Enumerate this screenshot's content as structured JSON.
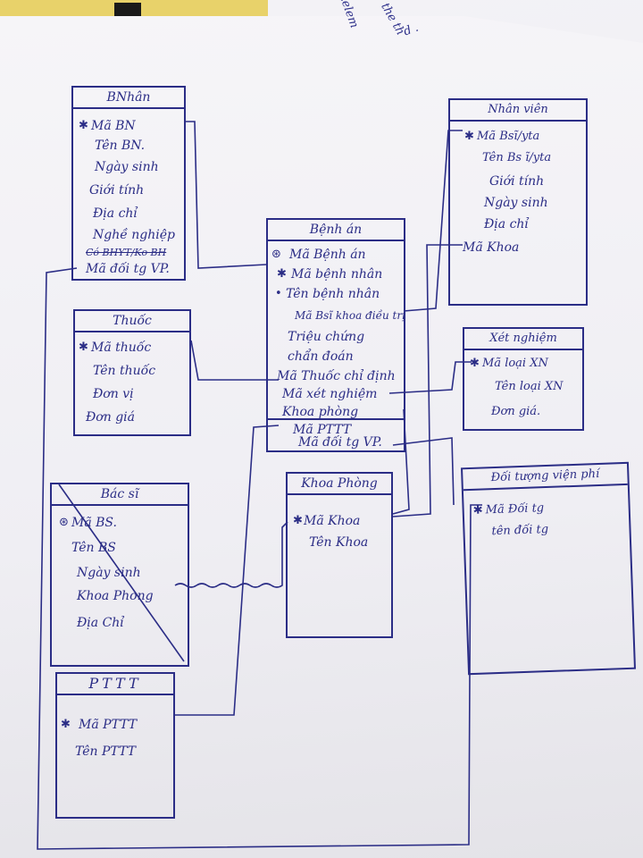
{
  "entities": {
    "bnhan": {
      "title": "BNhân",
      "attrs": [
        "Mã BN",
        "Tên BN.",
        "Ngày sinh",
        "Giới tính",
        "Địa chỉ",
        "Nghề nghiệp",
        "Có BHYT/Ko BH",
        "Mã đối tg VP."
      ]
    },
    "thuoc": {
      "title": "Thuốc",
      "attrs": [
        "Mã thuốc",
        "Tên thuốc",
        "Đơn vị",
        "Đơn giá"
      ]
    },
    "bacsi": {
      "title": "Bác sĩ",
      "attrs": [
        "Mã BS.",
        "Tên BS",
        "Ngày sinh",
        "Khoa Phòng",
        "Địa Chỉ"
      ]
    },
    "pttt": {
      "title": "PTTT",
      "attrs": [
        "Mã PTTT",
        "Tên PTTT"
      ]
    },
    "benhan": {
      "title": "Bệnh án",
      "attrs": [
        "Mã Bệnh án",
        "Mã bệnh nhân",
        "Tên bệnh nhân",
        "Mã Bsĩ khoa điều trị",
        "Triệu chứng",
        "chẩn đoán",
        "Mã Thuốc chỉ định",
        "Mã xét nghiệm",
        "Khoa phòng",
        "Mã PTTT",
        "Mã đối tg VP."
      ]
    },
    "khoaphong": {
      "title": "Khoa Phòng",
      "attrs": [
        "Mã Khoa",
        "Tên Khoa"
      ]
    },
    "nhanvien": {
      "title": "Nhân viên",
      "attrs": [
        "Mã Bsĩ/yta",
        "Tên Bs ĩ/yta",
        "Giới tính",
        "Ngày sinh",
        "Địa chỉ",
        "Mã Khoa"
      ]
    },
    "xetnghiem": {
      "title": "Xét nghiệm",
      "attrs": [
        "Mã loại XN",
        "Tên loại XN",
        "Đơn giá."
      ]
    },
    "doituong": {
      "title": "Đối tượng viện phí",
      "attrs": [
        "Mã Đối tg",
        "tên đối tg"
      ]
    }
  },
  "scribbles": [
    "telem",
    "the th",
    "d ."
  ],
  "colors": {
    "ink": "#2b2d86",
    "paper": "#f1f0f4"
  }
}
